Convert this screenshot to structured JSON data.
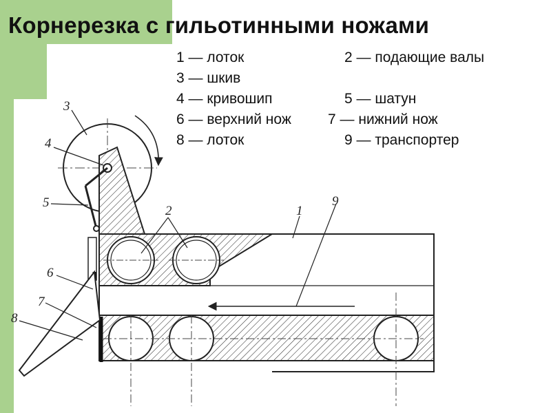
{
  "title": "Корнерезка с гильотинными ножами",
  "legend": [
    [
      "1 —  лоток",
      "2 — подающие валы"
    ],
    [
      "3 — шкив",
      ""
    ],
    [
      "4 — кривошип",
      "5 — шатун"
    ],
    [
      "6 — верхний нож",
      "7 — нижний нож"
    ],
    [
      "8 — лоток",
      "9 — транспортер"
    ]
  ],
  "callouts": [
    "1",
    "2",
    "3",
    "4",
    "5",
    "6",
    "7",
    "8",
    "9"
  ],
  "colors": {
    "accent": "#a9d18e",
    "ink": "#222222"
  }
}
